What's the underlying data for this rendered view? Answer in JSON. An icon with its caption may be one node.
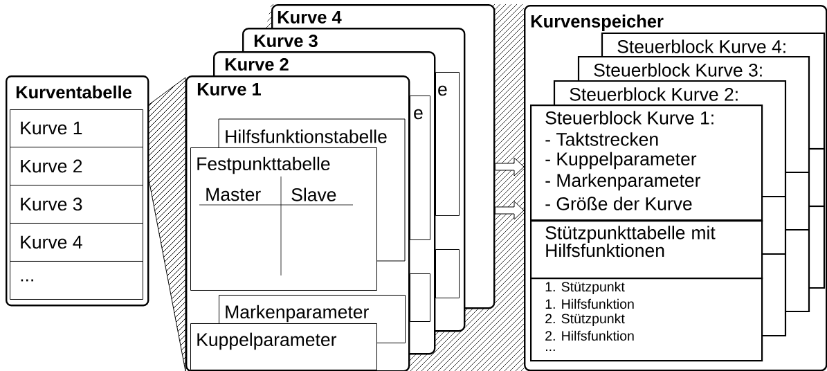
{
  "diagram": {
    "nodes": [
      {
        "text": [
          "Kurventabelle"
        ]
      },
      {
        "text": [
          "Kurve 1"
        ],
        "in": 0
      },
      {
        "text": [
          "Kurve 2"
        ],
        "in": 0
      },
      {
        "text": [
          "Kurve 3"
        ],
        "in": 0
      },
      {
        "text": [
          "Kurve 4"
        ],
        "in": 0
      },
      {
        "text": [
          "..."
        ],
        "in": 0
      },
      {
        "text": [
          "Kurve 4"
        ]
      },
      {
        "text": [
          "Kurve 3"
        ]
      },
      {
        "text": [
          "e"
        ],
        "in": 7
      },
      {
        "text": [],
        "shape": "box",
        "in": 7
      },
      {
        "text": [
          "Kurve 2"
        ]
      },
      {
        "text": [
          "e"
        ]
      },
      {
        "text": [],
        "shape": "box",
        "in": 10
      },
      {
        "text": [
          "Kurve 1"
        ]
      },
      {
        "text": [
          "Hilfsfunktionstabelle"
        ],
        "in": 13
      },
      {
        "text": [
          "Festpunkttabelle",
          "Master",
          "Slave"
        ],
        "in": 13
      },
      {
        "text": [
          "Markenparameter"
        ],
        "in": 13
      },
      {
        "text": [
          "Kuppelparameter"
        ],
        "in": 13
      },
      {
        "text": [
          "Kurvenspeicher"
        ]
      },
      {
        "text": [
          "Steuerblock Kurve 4:"
        ],
        "in": 18
      },
      {
        "text": [
          "Steuerblock Kurve 3:"
        ],
        "in": 18
      },
      {
        "text": [
          "Steuerblock Kurve 2:"
        ],
        "in": 18
      },
      {
        "text": [
          "Steuerblock Kurve 1:",
          "- Taktstrecken",
          "- Kuppelparameter",
          "- Markenparameter",
          "- Größe der Kurve"
        ],
        "in": 18
      },
      {
        "text": [
          "Stützpunkttabelle mit Hilfsfunktionen"
        ],
        "in": 18
      },
      {
        "text": [
          "1. Stützpunkt",
          "1. Hilfsfunktion",
          "2. Stützpunkt",
          "2. Hilfsfunktion",
          "..."
        ],
        "in": 18
      }
    ],
    "edges": [
      {
        "from": 6,
        "to": 18,
        "arrow": "to"
      },
      {
        "from": 6,
        "to": 18,
        "arrow": "to"
      }
    ]
  }
}
